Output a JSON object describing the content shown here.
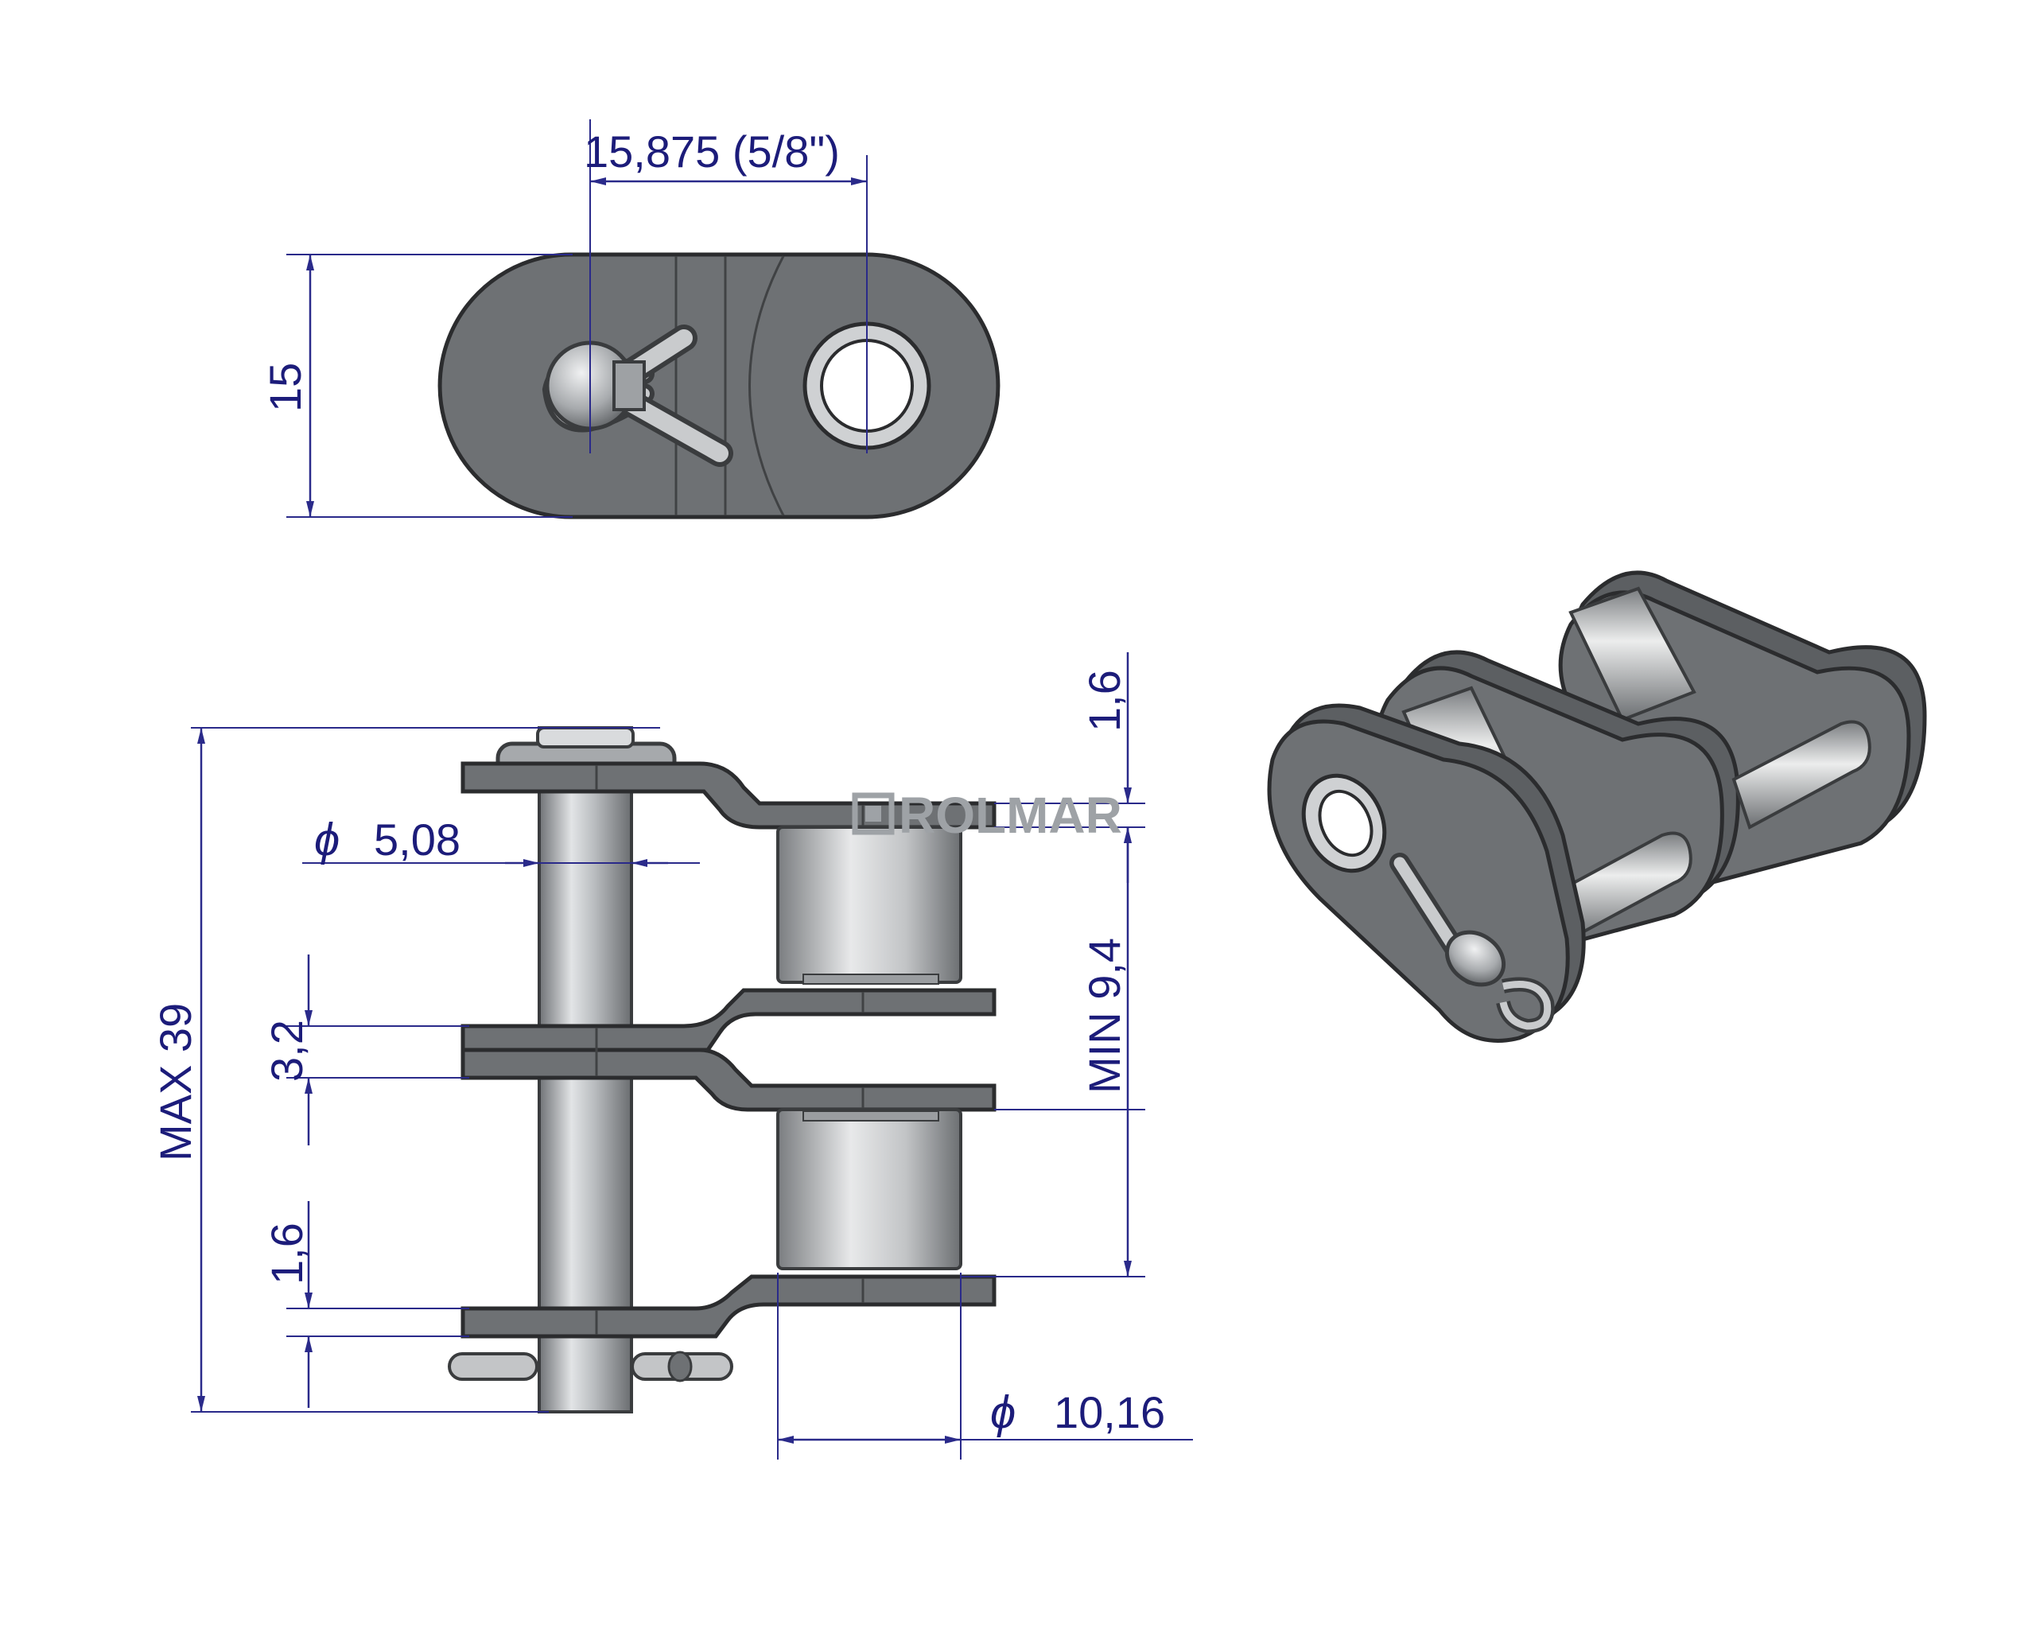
{
  "dimensions": {
    "pitch": "15,875  (5/8\")",
    "plate_height": "15",
    "max_width": "MAX 39",
    "pin_diameter_symbol": "ϕ",
    "pin_diameter": "5,08",
    "inner_plate": "3,2",
    "plate_thickness_bottom": "1,6",
    "plate_thickness_top": "1,6",
    "inner_width": "MIN 9,4",
    "roller_diameter_symbol": "ϕ",
    "roller_diameter": "10,16"
  },
  "watermark": {
    "text": "ROLMAR"
  },
  "colors": {
    "dimension": "#1c1c7a",
    "steel": "#6e7174",
    "outline": "#2b2c2e"
  }
}
